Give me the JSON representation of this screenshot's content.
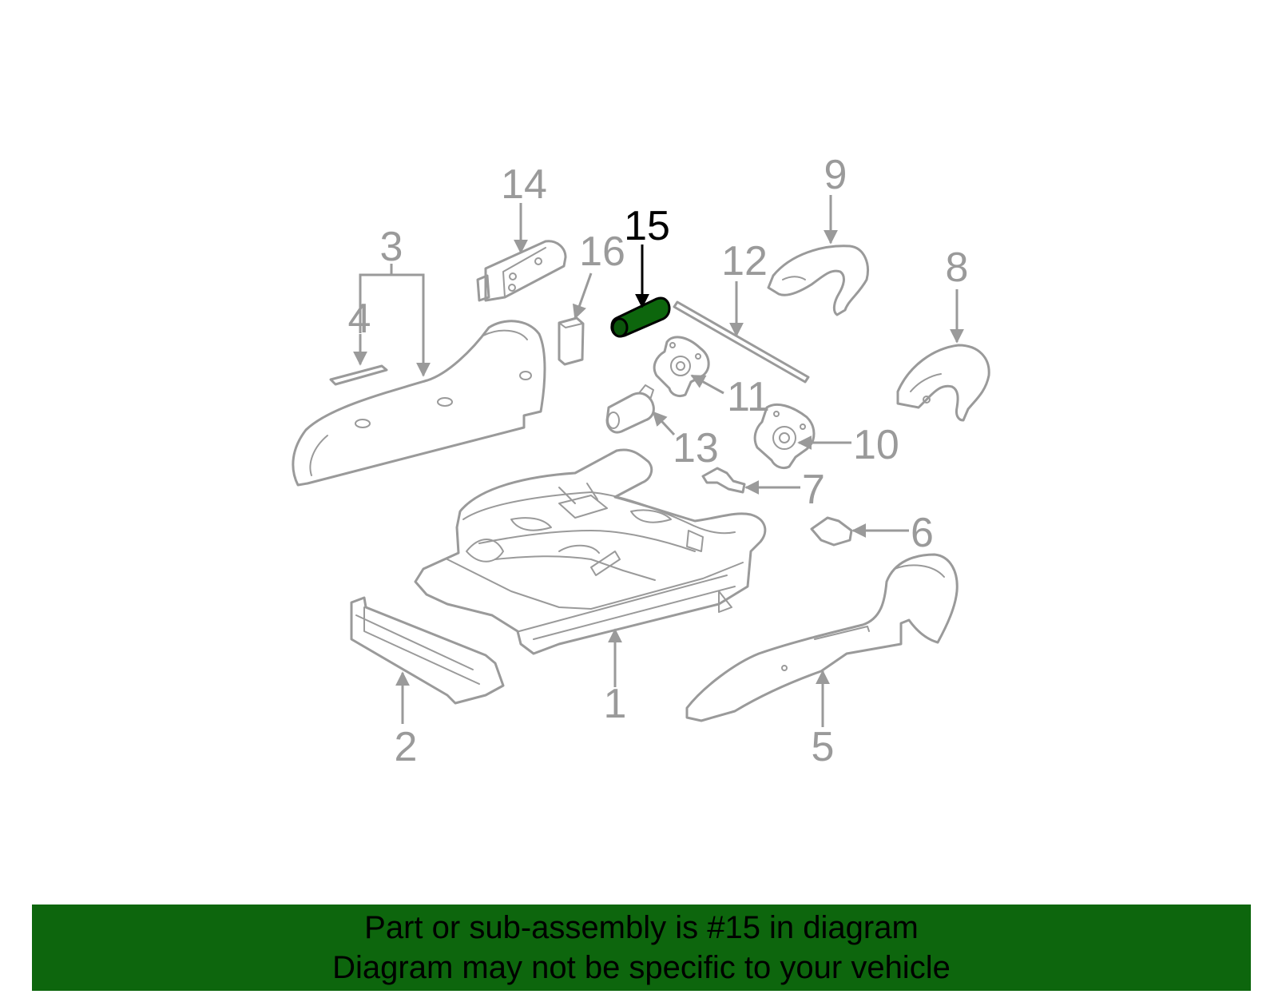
{
  "diagram": {
    "highlight_color": "#0d660d",
    "parts": [
      {
        "label": "1"
      },
      {
        "label": "2"
      },
      {
        "label": "3"
      },
      {
        "label": "4"
      },
      {
        "label": "5"
      },
      {
        "label": "6"
      },
      {
        "label": "7"
      },
      {
        "label": "8"
      },
      {
        "label": "9"
      },
      {
        "label": "10"
      },
      {
        "label": "11"
      },
      {
        "label": "12"
      },
      {
        "label": "13"
      },
      {
        "label": "14"
      },
      {
        "label": "15",
        "highlighted": true
      },
      {
        "label": "16"
      }
    ]
  },
  "banner": {
    "background": "#0d660d",
    "line1": "Part or sub-assembly is #15 in diagram",
    "line2": "Diagram may not be specific to your vehicle"
  }
}
